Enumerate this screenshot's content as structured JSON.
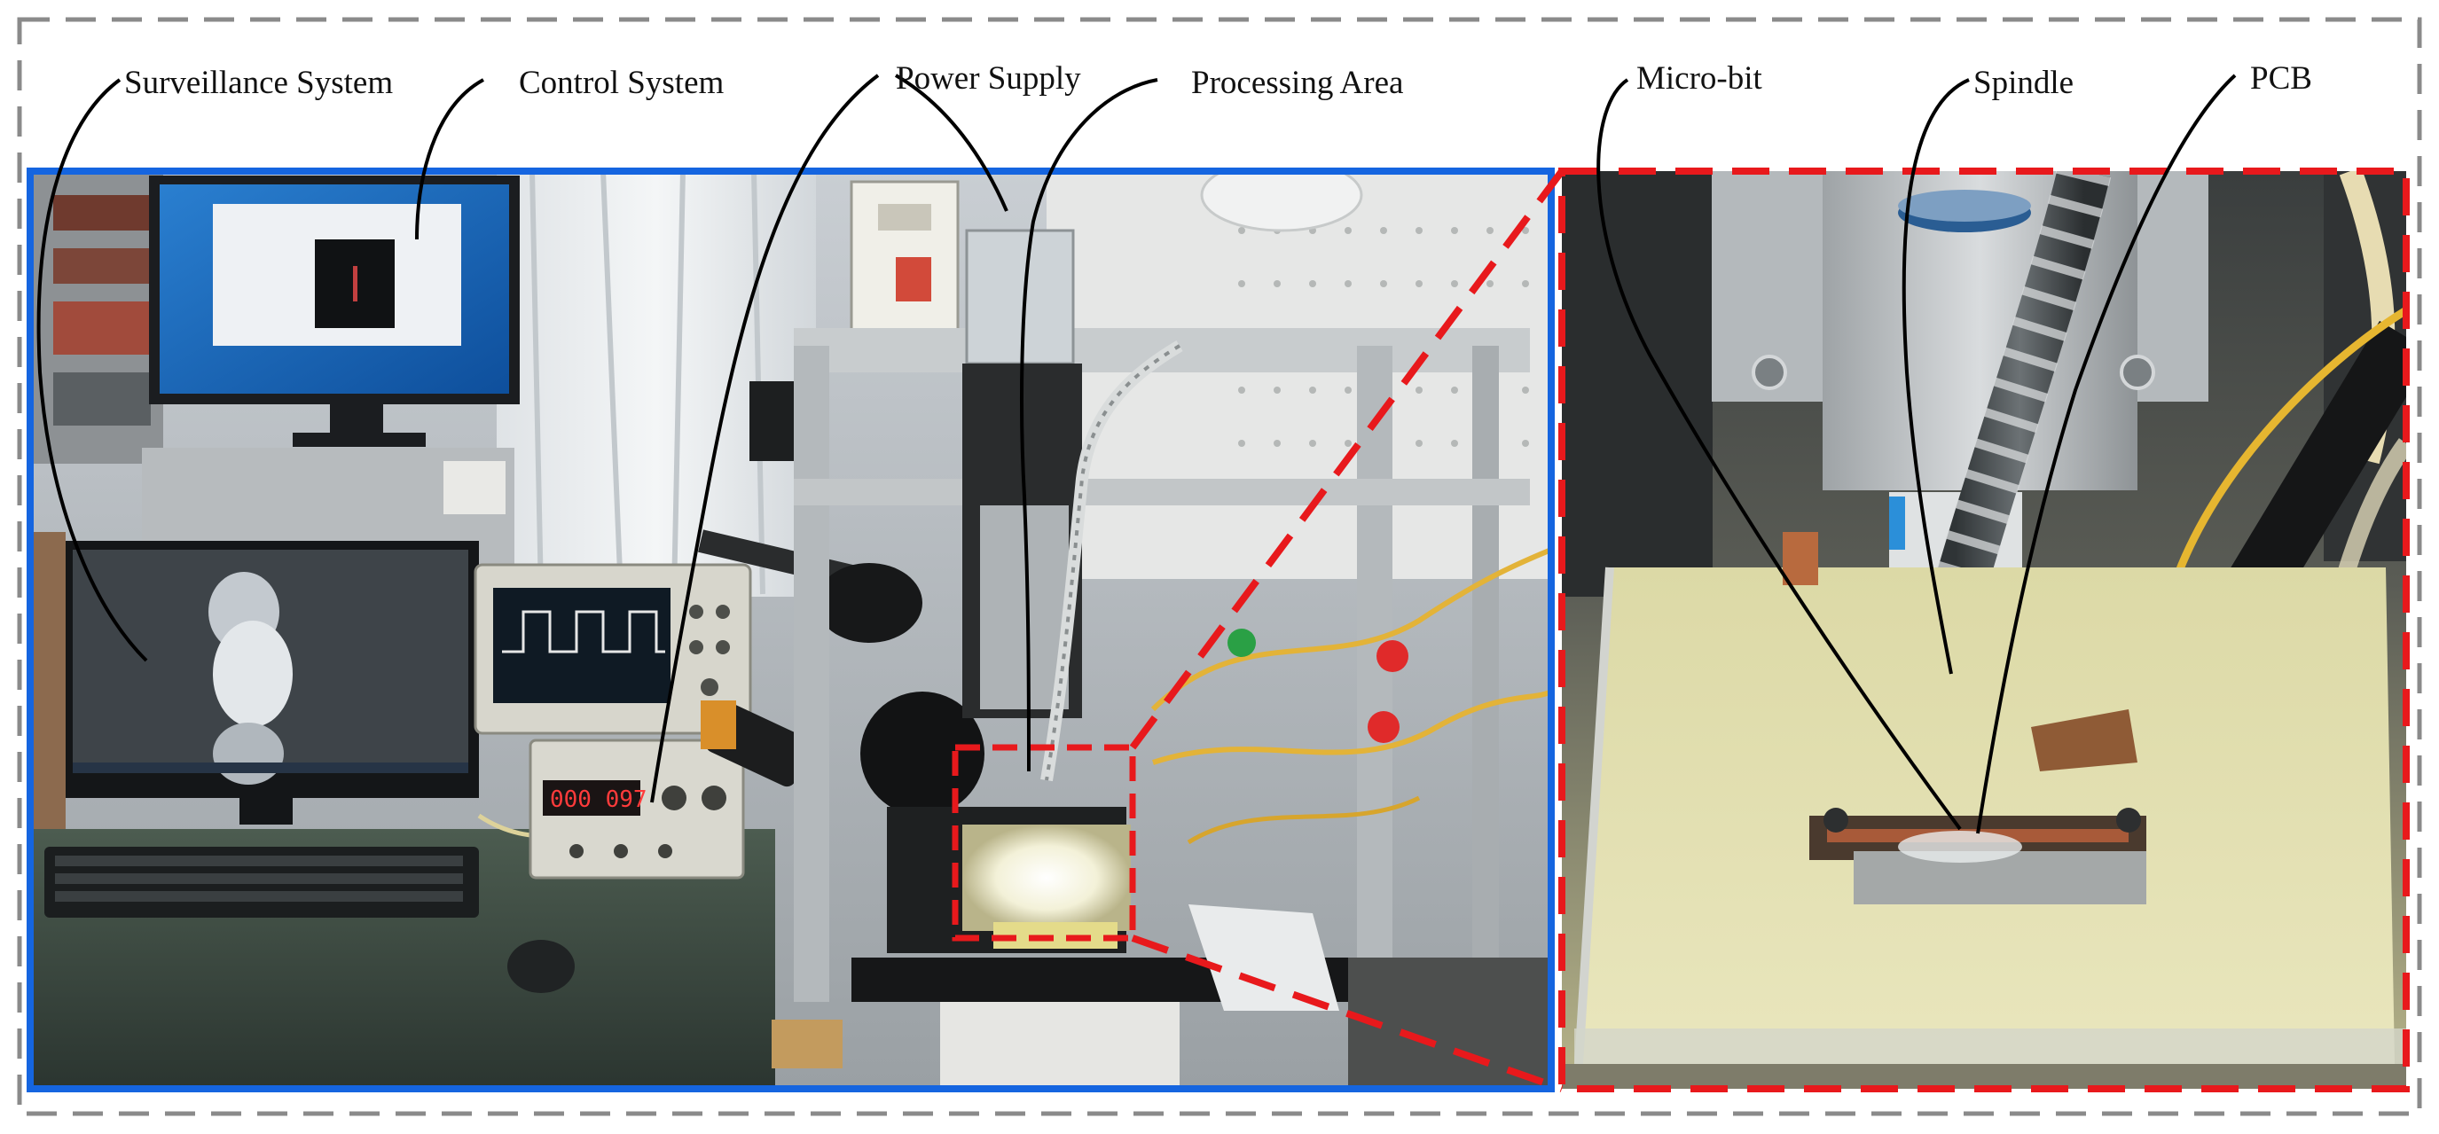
{
  "labels": {
    "surveillance": "Surveillance System",
    "control": "Control System",
    "power": "Power Supply",
    "processing": "Processing Area",
    "microbit": "Micro-bit",
    "spindle": "Spindle",
    "pcb": "PCB"
  },
  "colors": {
    "outer_border": "#8a8a8a",
    "left_panel_border": "#1565e0",
    "zoom_border": "#e8191c",
    "leader_line": "#000000",
    "label_text": "#111111"
  },
  "icons": {
    "left_panel": "machining-setup-photo",
    "right_panel": "zoomed-processing-photo"
  }
}
